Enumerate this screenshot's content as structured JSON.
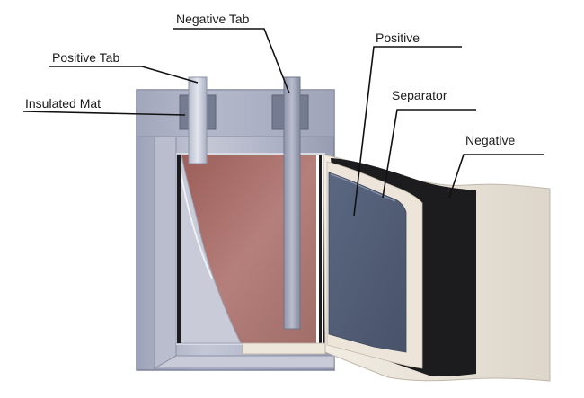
{
  "diagram": {
    "title": "Pouch cell battery cross-section",
    "labels": {
      "negative_tab": "Negative Tab",
      "positive_tab": "Positive Tab",
      "insulated_mat": "Insulated Mat",
      "positive": "Positive",
      "separator": "Separator",
      "negative": "Negative"
    },
    "colors": {
      "casing": "#a9adc1",
      "casing_dark": "#8d93ab",
      "tab_metal": "#c7cbd8",
      "insulated_mat": "#6e7488",
      "core": "#a86e6a",
      "positive_layer": "#4e5a72",
      "separator_layer": "#ece4d8",
      "negative_layer": "#1c1c1e",
      "foil": "#ece6dc"
    }
  }
}
